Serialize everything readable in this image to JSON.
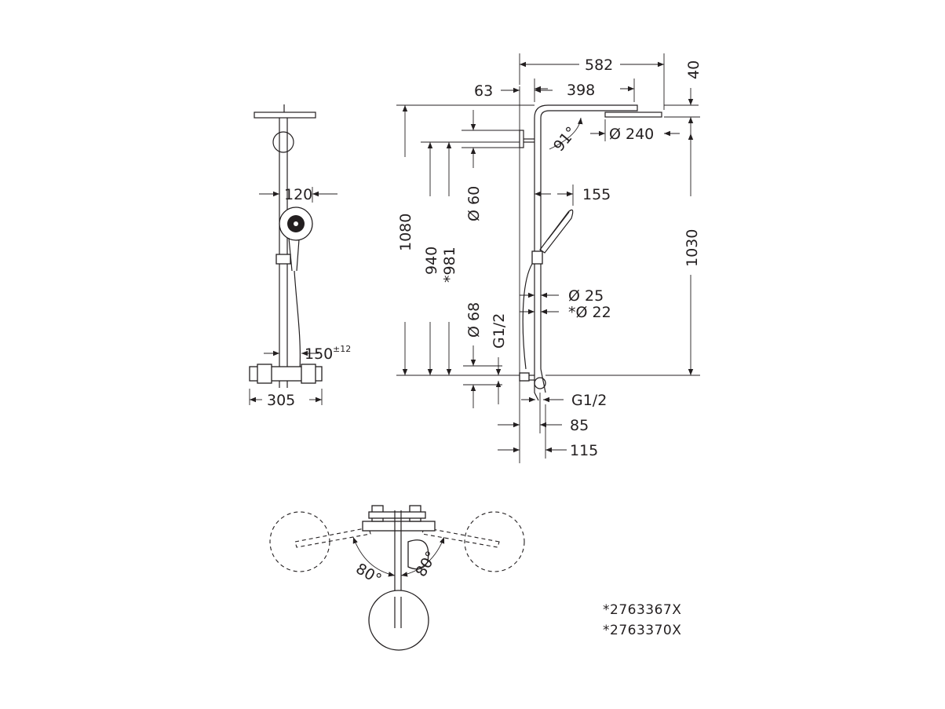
{
  "front_view": {
    "width_head": "120",
    "spacing": "150",
    "spacing_tol": "±12",
    "width_thermostat": "305"
  },
  "side_view": {
    "top_width": "582",
    "arm_offset": "63",
    "arm_length": "398",
    "head_thickness": "40",
    "head_diameter": "Ø 240",
    "angle": "91°",
    "total_height": "1080",
    "height_a": "940",
    "height_b": "*981",
    "rosette_diameter": "Ø 60",
    "hand_offset": "155",
    "top_height": "1030",
    "pipe_diameter": "Ø 25",
    "pipe_diameter_alt": "*Ø 22",
    "connection_diameter": "Ø 68",
    "thread_top": "G1/2",
    "thread_bottom": "G1/2",
    "depth_a": "85",
    "depth_b": "115"
  },
  "top_view": {
    "angle_left": "80°",
    "angle_right": "80°"
  },
  "notes": [
    "*2763367X",
    "*2763370X"
  ]
}
